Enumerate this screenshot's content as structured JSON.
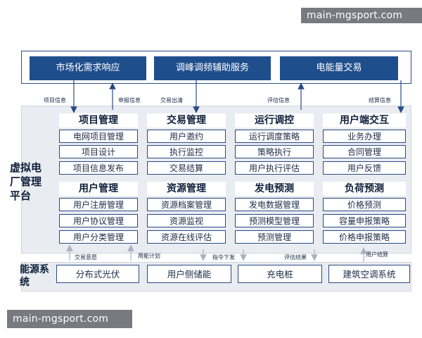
{
  "watermark": "main-mgsport.com",
  "top_row": [
    "市场化需求响应",
    "调峰调频辅助服务",
    "电能量交易"
  ],
  "platform_label": "虚拟电厂管理平台",
  "modules": [
    {
      "title": "项目管理",
      "items": [
        "电网项目管理",
        "项目设计",
        "项目信息发布"
      ]
    },
    {
      "title": "交易管理",
      "items": [
        "用户邀约",
        "执行监控",
        "交易结算"
      ]
    },
    {
      "title": "运行调控",
      "items": [
        "运行调度策略",
        "策略执行",
        "用户执行评估"
      ]
    },
    {
      "title": "用户端交互",
      "items": [
        "业务办理",
        "合同管理",
        "用户反馈"
      ]
    },
    {
      "title": "用户管理",
      "items": [
        "用户注册管理",
        "用户协议管理",
        "用户分类管理"
      ]
    },
    {
      "title": "资源管理",
      "items": [
        "资源档案管理",
        "资源监视",
        "资源在线评估"
      ]
    },
    {
      "title": "发电预测",
      "items": [
        "发电数据管理",
        "预测模型管理",
        "预测管理"
      ]
    },
    {
      "title": "负荷预测",
      "items": [
        "价格预测",
        "容量申报策略",
        "价格申报策略"
      ]
    }
  ],
  "energy_label": "能源系统",
  "energy_row": [
    "分布式光伏",
    "用户侧储能",
    "充电桩",
    "建筑空调系统"
  ],
  "flow_labels_upper": [
    "项目信息",
    "申报信息",
    "交易出清",
    "评估信息",
    "结算信息"
  ],
  "flow_labels_lower": [
    "交易意愿",
    "用能计划",
    "指令下发",
    "评估结果",
    "用户结算"
  ]
}
